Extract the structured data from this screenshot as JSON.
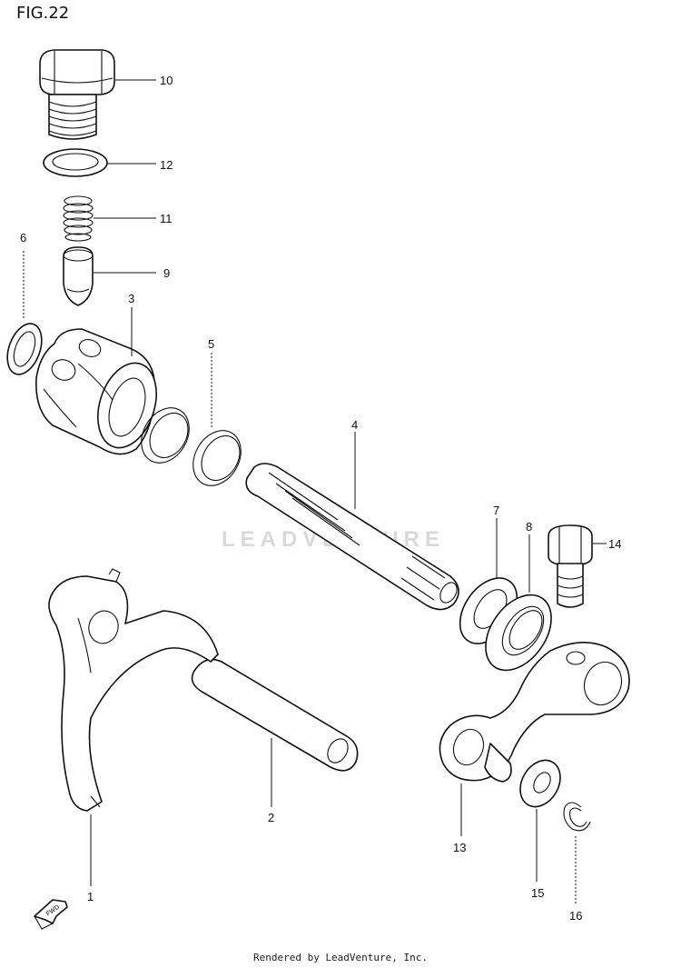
{
  "figure_title": "FIG.22",
  "watermark": "LEADVENTURE",
  "footer": "Rendered by LeadVenture, Inc.",
  "fwd_label": "FWD",
  "callouts": [
    {
      "id": "p10",
      "label": "10"
    },
    {
      "id": "p12",
      "label": "12"
    },
    {
      "id": "p11",
      "label": "11"
    },
    {
      "id": "p9",
      "label": "9"
    },
    {
      "id": "p6",
      "label": "6"
    },
    {
      "id": "p3",
      "label": "3"
    },
    {
      "id": "p5",
      "label": "5"
    },
    {
      "id": "p4",
      "label": "4"
    },
    {
      "id": "p7",
      "label": "7"
    },
    {
      "id": "p8",
      "label": "8"
    },
    {
      "id": "p14",
      "label": "14"
    },
    {
      "id": "p2",
      "label": "2"
    },
    {
      "id": "p13",
      "label": "13"
    },
    {
      "id": "p1",
      "label": "1"
    },
    {
      "id": "p15",
      "label": "15"
    },
    {
      "id": "p16",
      "label": "16"
    }
  ]
}
